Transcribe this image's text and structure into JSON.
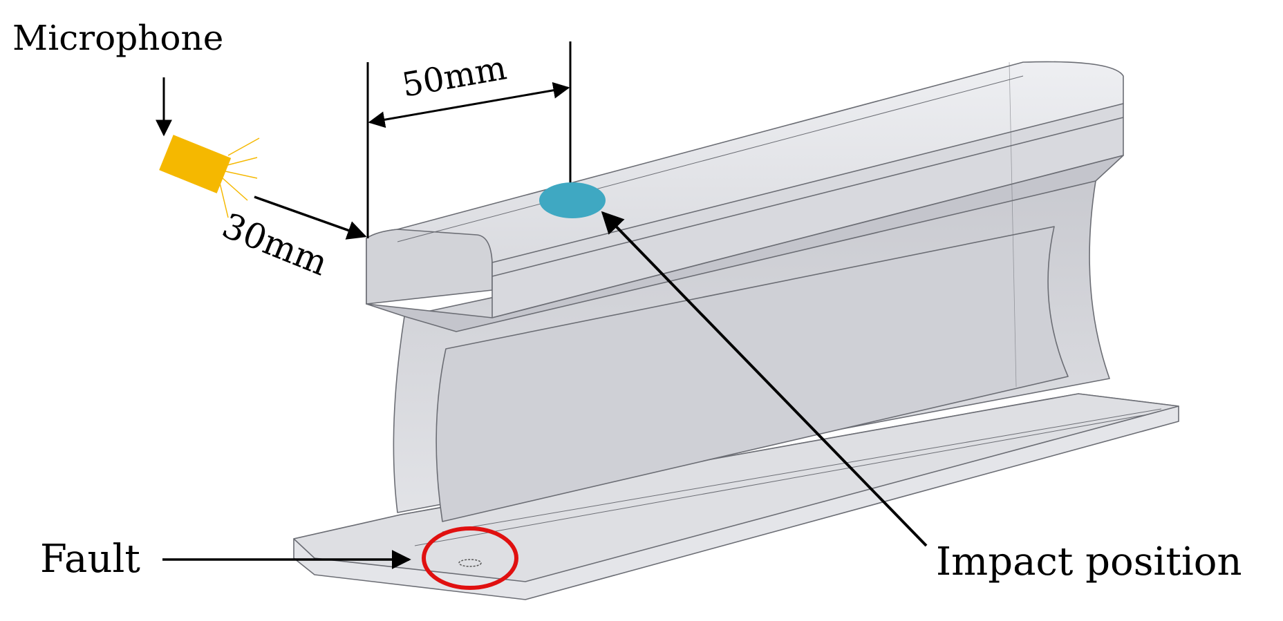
{
  "labels": {
    "microphone": "Microphone",
    "distance_horizontal": "50mm",
    "distance_vertical": "30mm",
    "fault": "Fault",
    "impact": "Impact position"
  },
  "colors": {
    "rail_fill": "#dcdde2",
    "rail_dark": "#c4c5cc",
    "rail_edge": "#6b6d74",
    "microphone": "#f5b800",
    "impact_marker": "#3fa8c2",
    "fault_marker": "#e01010",
    "arrow": "#000000"
  }
}
